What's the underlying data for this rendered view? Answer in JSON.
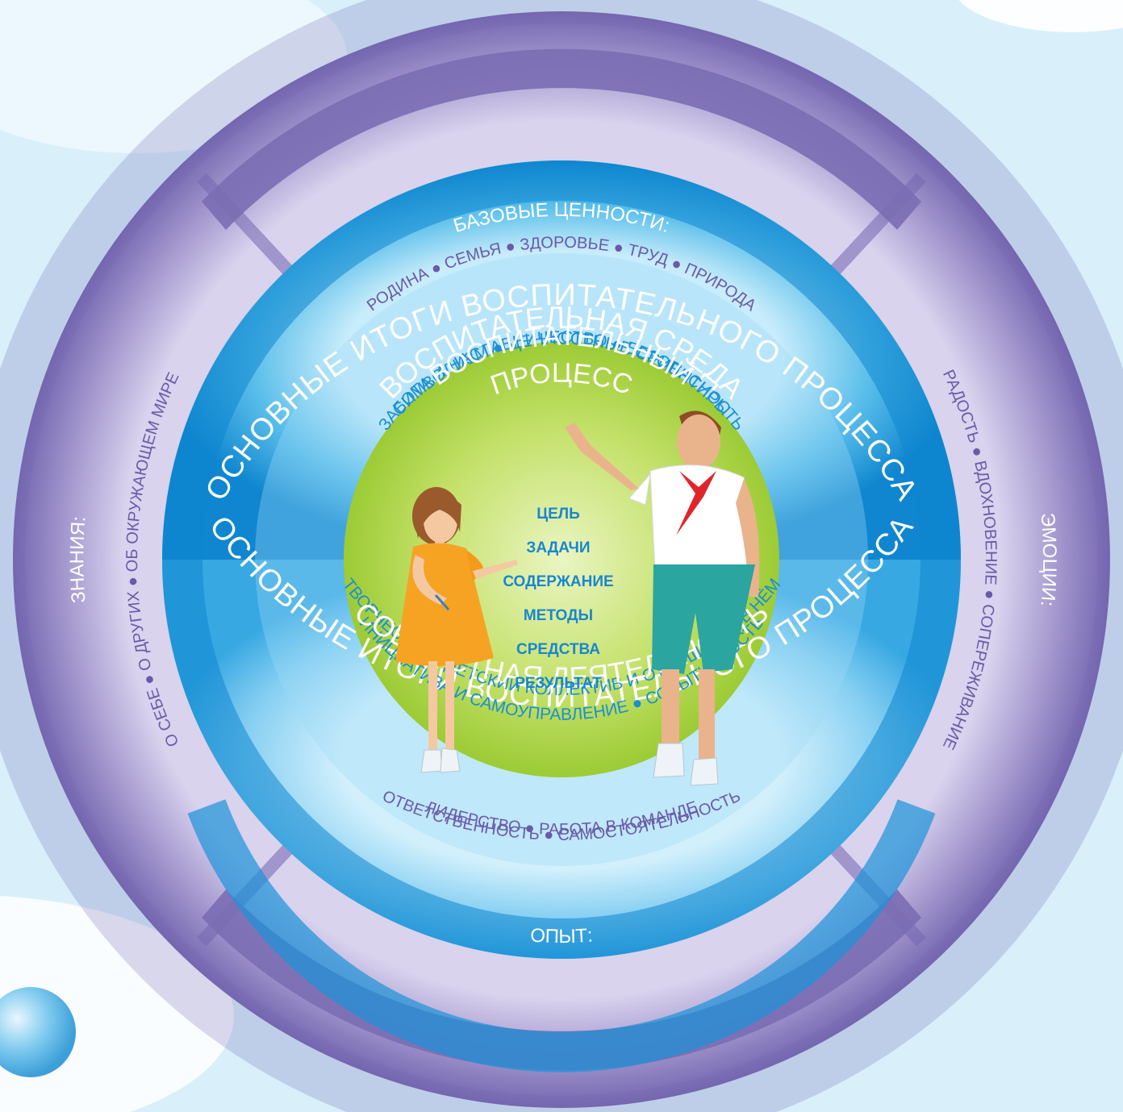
{
  "outer_ring": {
    "title_top": "ОСНОВНЫЕ ИТОГИ ВОСПИТАТЕЛЬНОГО ПРОЦЕССА",
    "title_bottom": "ОСНОВНЫЕ ИТОГИ ВОСПИТАТЕЛЬНОГО ПРОЦЕССА"
  },
  "values": {
    "header": "БАЗОВЫЕ ЦЕННОСТИ:",
    "items": "РОДИНА ● СЕМЬЯ ● ЗДОРОВЬЕ ● ТРУД ● ПРИРОДА"
  },
  "knowledge": {
    "header": "ЗНАНИЯ:",
    "items": "О СЕБЕ ● О ДРУГИХ ● ОБ ОКРУЖАЮЩЕМ МИРЕ"
  },
  "emotions": {
    "header": "ЭМОЦИИ:",
    "items": "РАДОСТЬ ● ВДОХНОВЕНИЕ ● СОПЕРЕЖИВАНИЕ"
  },
  "experience": {
    "header": "ОПЫТ:",
    "line1": "ОТВЕТСТВЕННОСТЬ ● САМОСТОЯТЕЛЬНОСТЬ",
    "line2": "ЛИДЕРСТВО ● РАБОТА В КОМАНДЕ"
  },
  "environment": {
    "title": "ВОСПИТАТЕЛЬНАЯ СРЕДА",
    "line1": "СИМВОЛИЗМ ● ЦЕННОСТНЫЕ ОРИЕНТИРЫ",
    "line2": "ЗАБОТА И НАСТАВНИЧЕСТВО ● БЕЗОПАСНОСТЬ"
  },
  "joint_activity": {
    "title": "СОВМЕСТНАЯ ДЕЯТЕЛЬНОСТЬ",
    "line1": "ТВОРЧЕСТВО ● ДЕТСКИЙ КОЛЛЕКТИВ И ОТНОШЕНИЯ В НЁМ",
    "line2": "ИНИЦИАТИВА И САМОУПРАВЛЕНИЕ ● СОБЫТИЙНОСТЬ"
  },
  "core": {
    "title_line1": "ВОСПИТАТЕЛЬНЫЙ",
    "title_line2": "ПРОЦЕСС",
    "items": [
      "ЦЕЛЬ",
      "ЗАДАЧИ",
      "СОДЕРЖАНИЕ",
      "МЕТОДЫ",
      "СРЕДСТВА",
      "РЕЗУЛЬТАТ"
    ]
  },
  "colors": {
    "outer_band": "#7b6db3",
    "outer_light": "#cfc7e6",
    "env_blue": "#1b93d8",
    "env_light": "#8ed4f4",
    "core_green": "#a7cf3f",
    "dress": "#f6a323",
    "shorts": "#2aa5a0",
    "tie": "#e0242b"
  }
}
